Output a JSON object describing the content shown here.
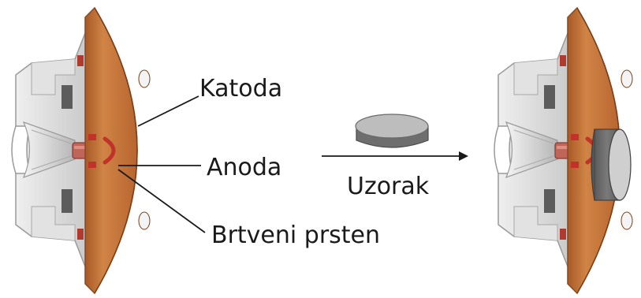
{
  "labels": {
    "cathode": "Katoda",
    "anode": "Anoda",
    "seal_ring": "Brtveni prsten",
    "sample": "Uzorak"
  },
  "colors": {
    "copper": "#c8763a",
    "copper_dark": "#9c5224",
    "housing": "#d6d6d6",
    "housing_dark": "#9a9a9a",
    "sample_top": "#bdbdbd",
    "sample_side": "#6e6e6e",
    "anode": "#c0655a",
    "seal": "#c2322a",
    "text": "#1a1a1a"
  }
}
